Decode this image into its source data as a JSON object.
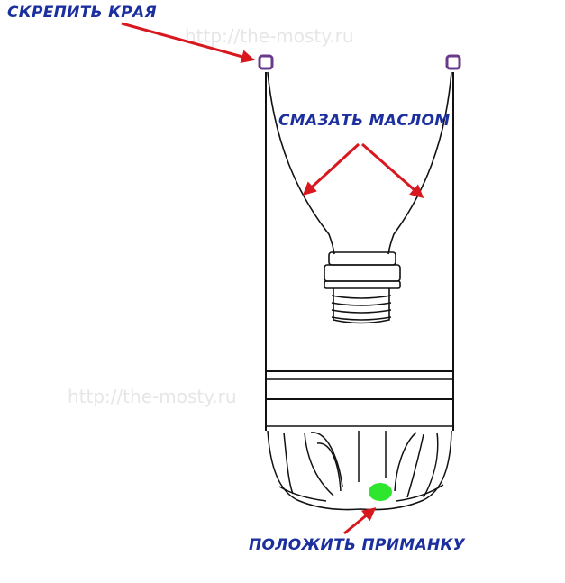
{
  "labels": {
    "fasten_edges": "СКРЕПИТЬ КРАЯ",
    "apply_oil": "СМАЗАТЬ МАСЛОМ",
    "place_bait": "ПОЛОЖИТЬ ПРИМАНКУ"
  },
  "watermarks": {
    "top": "http://the-mosty.ru",
    "middle": "http://the-mosty.ru"
  },
  "colors": {
    "label_text": "#1c2f9e",
    "arrow": "#d8171f",
    "outline": "#111111",
    "clip": "#6a3a8a",
    "bait": "#2ee62e"
  }
}
